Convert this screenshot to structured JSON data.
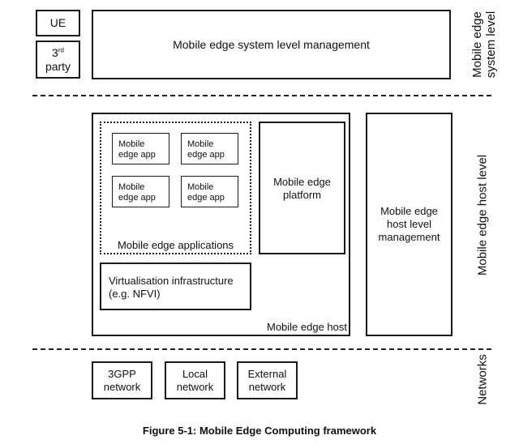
{
  "system_level": {
    "ue": "UE",
    "third_party_num": "3",
    "third_party_sup": "rd",
    "third_party_word": "party",
    "management": "Mobile edge system level management",
    "level_label_1": "Mobile edge",
    "level_label_2": "system level"
  },
  "host_level": {
    "apps": [
      {
        "line1": "Mobile",
        "line2": "edge app"
      },
      {
        "line1": "Mobile",
        "line2": "edge app"
      },
      {
        "line1": "Mobile",
        "line2": "edge app"
      },
      {
        "line1": "Mobile",
        "line2": "edge app"
      }
    ],
    "applications_label": "Mobile edge applications",
    "platform_line1": "Mobile edge",
    "platform_line2": "platform",
    "virt_line1": "Virtualisation infrastructure",
    "virt_line2": "(e.g. NFVI)",
    "host_label": "Mobile edge host",
    "host_mgmt_line1": "Mobile edge",
    "host_mgmt_line2": "host level",
    "host_mgmt_line3": "management",
    "level_label": "Mobile edge host level"
  },
  "networks": {
    "items": [
      {
        "line1": "3GPP",
        "line2": "network"
      },
      {
        "line1": "Local",
        "line2": "network"
      },
      {
        "line1": "External",
        "line2": "network"
      }
    ],
    "level_label": "Networks"
  },
  "caption": "Figure 5-1: Mobile Edge Computing framework"
}
